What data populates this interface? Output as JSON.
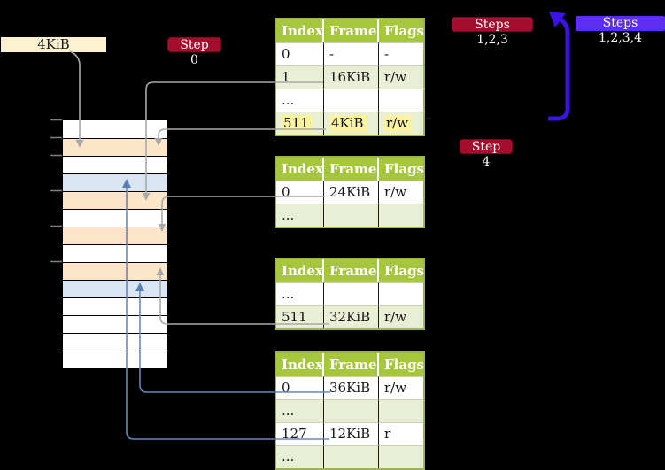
{
  "labels": {
    "page_size": "4KiB",
    "step0": "Step 0",
    "steps123": "Steps 1,2,3",
    "steps1234": "Steps 1,2,3,4",
    "step4": "Step 4"
  },
  "colors": {
    "background": "#000000",
    "table_header_bg": "#a6c63d",
    "table_shaded_row_bg": "#e9efd5",
    "table_border": "#9fb44a",
    "highlight_yellow": "#faf3a2",
    "memory_orange": "#fde5ca",
    "memory_blue": "#d9e5f3",
    "label_cream": "#fcf2d1",
    "badge_red": "#a50d2d",
    "badge_blue": "#5b2ef0",
    "loop_arrow_blue": "#3d12e6",
    "connector_gray": "#a9a9a9",
    "connector_blue": "#6488bd"
  },
  "tables": [
    {
      "headers": [
        "Index",
        "Frame",
        "Flags"
      ],
      "rows": [
        {
          "cells": [
            "0",
            "-",
            "-"
          ],
          "shaded": false,
          "highlight": false
        },
        {
          "cells": [
            "1",
            "16KiB",
            "r/w"
          ],
          "shaded": true,
          "highlight": false
        },
        {
          "cells": [
            "...",
            "",
            ""
          ],
          "shaded": false,
          "highlight": false
        },
        {
          "cells": [
            "511",
            "4KiB",
            "r/w"
          ],
          "shaded": true,
          "highlight": true
        }
      ]
    },
    {
      "headers": [
        "Index",
        "Frame",
        "Flags"
      ],
      "rows": [
        {
          "cells": [
            "0",
            "24KiB",
            "r/w"
          ],
          "shaded": false,
          "highlight": false
        },
        {
          "cells": [
            "...",
            "",
            ""
          ],
          "shaded": true,
          "highlight": false
        }
      ]
    },
    {
      "headers": [
        "Index",
        "Frame",
        "Flags"
      ],
      "rows": [
        {
          "cells": [
            "...",
            "",
            ""
          ],
          "shaded": false,
          "highlight": false
        },
        {
          "cells": [
            "511",
            "32KiB",
            "r/w"
          ],
          "shaded": true,
          "highlight": false
        }
      ]
    },
    {
      "headers": [
        "Index",
        "Frame",
        "Flags"
      ],
      "rows": [
        {
          "cells": [
            "0",
            "36KiB",
            "r/w"
          ],
          "shaded": false,
          "highlight": false
        },
        {
          "cells": [
            "...",
            "",
            ""
          ],
          "shaded": true,
          "highlight": false
        },
        {
          "cells": [
            "127",
            "12KiB",
            "r"
          ],
          "shaded": false,
          "highlight": false
        },
        {
          "cells": [
            "...",
            "",
            ""
          ],
          "shaded": true,
          "highlight": false
        }
      ]
    }
  ],
  "memory": {
    "rows": [
      "white",
      "orange",
      "white",
      "blue",
      "orange",
      "white",
      "orange",
      "white",
      "orange",
      "blue",
      "white",
      "white",
      "white",
      "white"
    ],
    "tick_count": 6
  }
}
